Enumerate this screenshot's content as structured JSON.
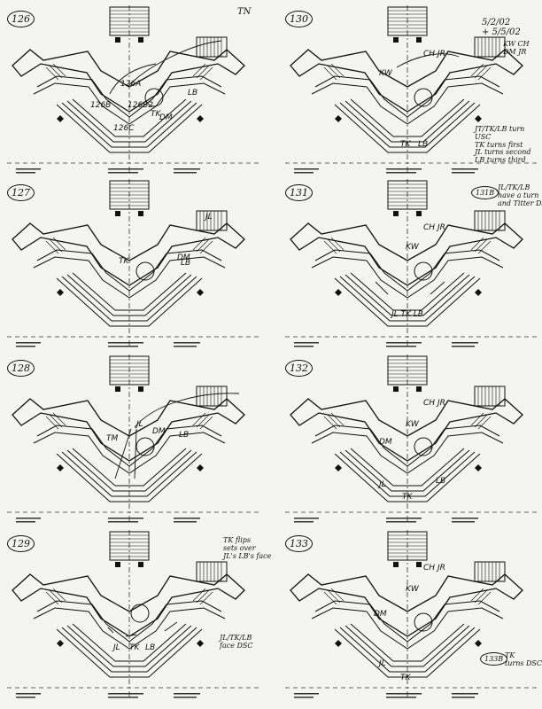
{
  "page": {
    "title": ""
  },
  "panels": [
    {
      "number": "126",
      "labels": {
        "a": "126A",
        "b": "126B",
        "c": "126B2",
        "d": "126C",
        "e": "LB",
        "f": "DM",
        "g": "TK"
      },
      "notes": {
        "top": "TN"
      }
    },
    {
      "number": "130",
      "labels": {
        "a": "CH",
        "b": "JR",
        "c": "KW",
        "d": "TK",
        "e": "LB"
      },
      "notes": {
        "top": "5/2/02\n+ 5/5/02",
        "side": "KW CH\nDM JR",
        "bottom": "JT/TK/LB turn\nUSC\nTK turns first\nJL turns second\nLB turns third"
      }
    },
    {
      "number": "127",
      "labels": {
        "a": "JL",
        "b": "DM",
        "c": "TK",
        "d": "LB"
      },
      "notes": {}
    },
    {
      "number": "131",
      "labels": {
        "a": "CH",
        "b": "JR",
        "c": "KW",
        "d": "JL TK LB"
      },
      "notes": {
        "tag": "131B",
        "bottom": "JL/TK/LB\nhave a turn\nand Titter DSC"
      }
    },
    {
      "number": "128",
      "labels": {
        "a": "JL",
        "b": "TM",
        "c": "DM",
        "d": "LB"
      },
      "notes": {}
    },
    {
      "number": "132",
      "labels": {
        "a": "CH",
        "b": "JR",
        "c": "KW",
        "d": "DM",
        "e": "JL",
        "f": "LB",
        "g": "TK"
      },
      "notes": {}
    },
    {
      "number": "129",
      "labels": {
        "a": "JL",
        "b": "TK",
        "c": "LB"
      },
      "notes": {
        "top": "TK flips\nsets over\nJL's LB's face",
        "bottom": "JL/TK/LB\nface DSC"
      }
    },
    {
      "number": "133",
      "labels": {
        "a": "CH",
        "b": "JR",
        "c": "KW",
        "d": "DM",
        "e": "JL",
        "f": "TK"
      },
      "notes": {
        "tag": "133B",
        "bottom": "TK\nturns DSC"
      }
    }
  ]
}
